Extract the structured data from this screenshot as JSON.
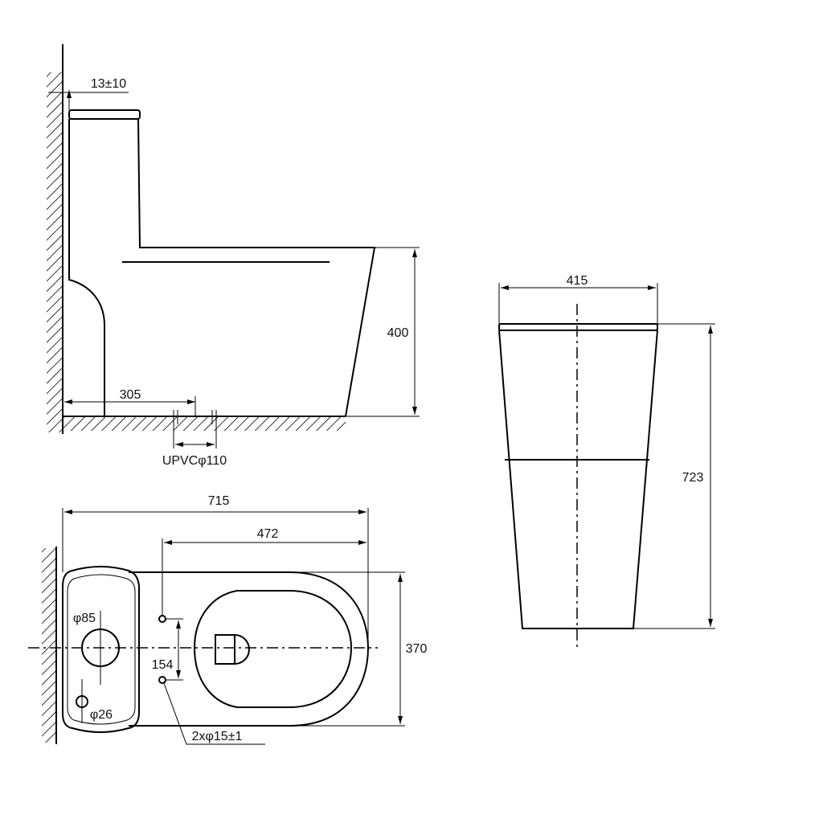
{
  "side_view": {
    "wall_offset": "13±10",
    "drain_distance": "305",
    "seat_height": "400",
    "drain_pipe": "UPVCφ110"
  },
  "front_view": {
    "width": "415",
    "height": "723"
  },
  "top_view": {
    "length": "715",
    "bowl_length": "472",
    "width": "370",
    "hole_spacing": "154",
    "tank_hole": "φ85",
    "small_hole": "φ26",
    "fixing_holes": "2xφ15±1"
  }
}
